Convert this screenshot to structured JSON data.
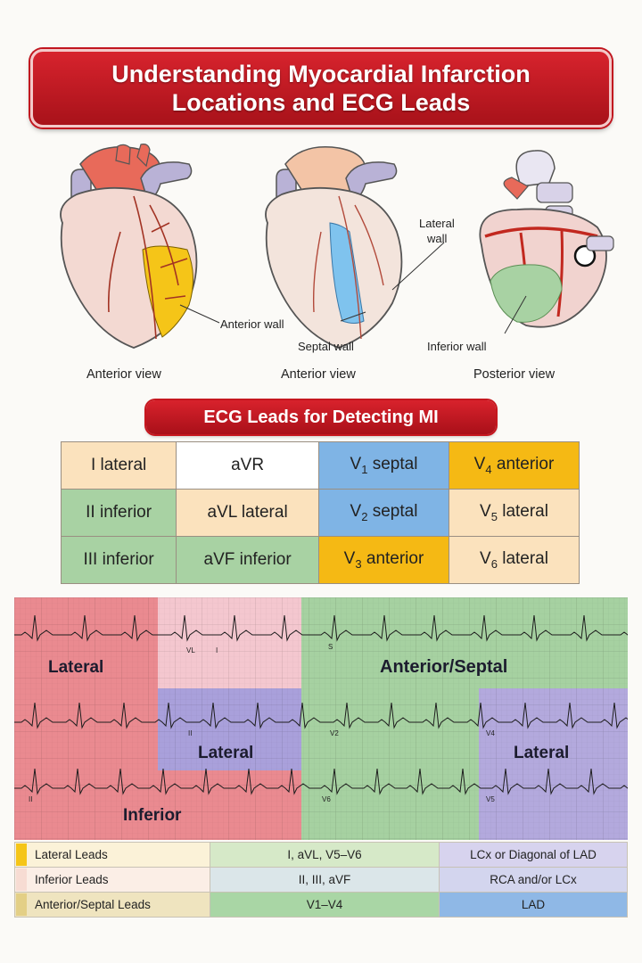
{
  "title": {
    "line1": "Understanding Myocardial Infarction",
    "line2": "Locations and ECG Leads"
  },
  "hearts": [
    {
      "view": "Anterior view",
      "labels": [
        "Anterior wall"
      ]
    },
    {
      "view": "Anterior view",
      "labels": [
        "Septal wall",
        "Lateral",
        "wall"
      ]
    },
    {
      "view": "Posterior view",
      "labels": [
        "Inferior wall"
      ]
    }
  ],
  "leads_title": "ECG Leads for Detecting MI",
  "leads": [
    [
      {
        "pre": "I lateral",
        "sub": "",
        "post": "",
        "color": "#fbe2bd"
      },
      {
        "pre": "aVR",
        "sub": "",
        "post": "",
        "color": "#ffffff"
      },
      {
        "pre": "V",
        "sub": "1",
        "post": " septal",
        "color": "#7fb4e5"
      },
      {
        "pre": "V",
        "sub": "4",
        "post": " anterior",
        "color": "#f5b914"
      }
    ],
    [
      {
        "pre": "II inferior",
        "sub": "",
        "post": "",
        "color": "#a8d2a3"
      },
      {
        "pre": "aVL lateral",
        "sub": "",
        "post": "",
        "color": "#fbe2bd"
      },
      {
        "pre": "V",
        "sub": "2",
        "post": " septal",
        "color": "#7fb4e5"
      },
      {
        "pre": "V",
        "sub": "5",
        "post": " lateral",
        "color": "#fbe2bd"
      }
    ],
    [
      {
        "pre": "III inferior",
        "sub": "",
        "post": "",
        "color": "#a8d2a3"
      },
      {
        "pre": "aVF inferior",
        "sub": "",
        "post": "",
        "color": "#a8d2a3"
      },
      {
        "pre": "V",
        "sub": "3",
        "post": " anterior",
        "color": "#f5b914"
      },
      {
        "pre": "V",
        "sub": "6",
        "post": " lateral",
        "color": "#fbe2bd"
      }
    ]
  ],
  "ecg": {
    "region_labels": [
      "Lateral",
      "Anterior/Septal",
      "Lateral",
      "Lateral",
      "Inferior"
    ],
    "lead_labels": [
      "VL",
      "I",
      "S",
      "II",
      "V2",
      "V4",
      "II",
      "V6",
      "V5"
    ]
  },
  "legend": [
    {
      "name": "Lateral Leads",
      "leads": "I, aVL, V5–V6",
      "artery": "LCx or Diagonal of LAD",
      "swatch": "#f5c518"
    },
    {
      "name": "Inferior Leads",
      "leads": "II, III, aVF",
      "artery": "RCA and/or LCx",
      "swatch": "#f7dcd3"
    },
    {
      "name": "Anterior/Septal Leads",
      "leads": "V1–V4",
      "artery": "LAD",
      "swatch": "#e3cf86"
    }
  ],
  "colors": {
    "banner": "#c41a22",
    "lateral": "#f5b914",
    "inferior": "#a8d2a3",
    "septal": "#7fb4e5"
  }
}
